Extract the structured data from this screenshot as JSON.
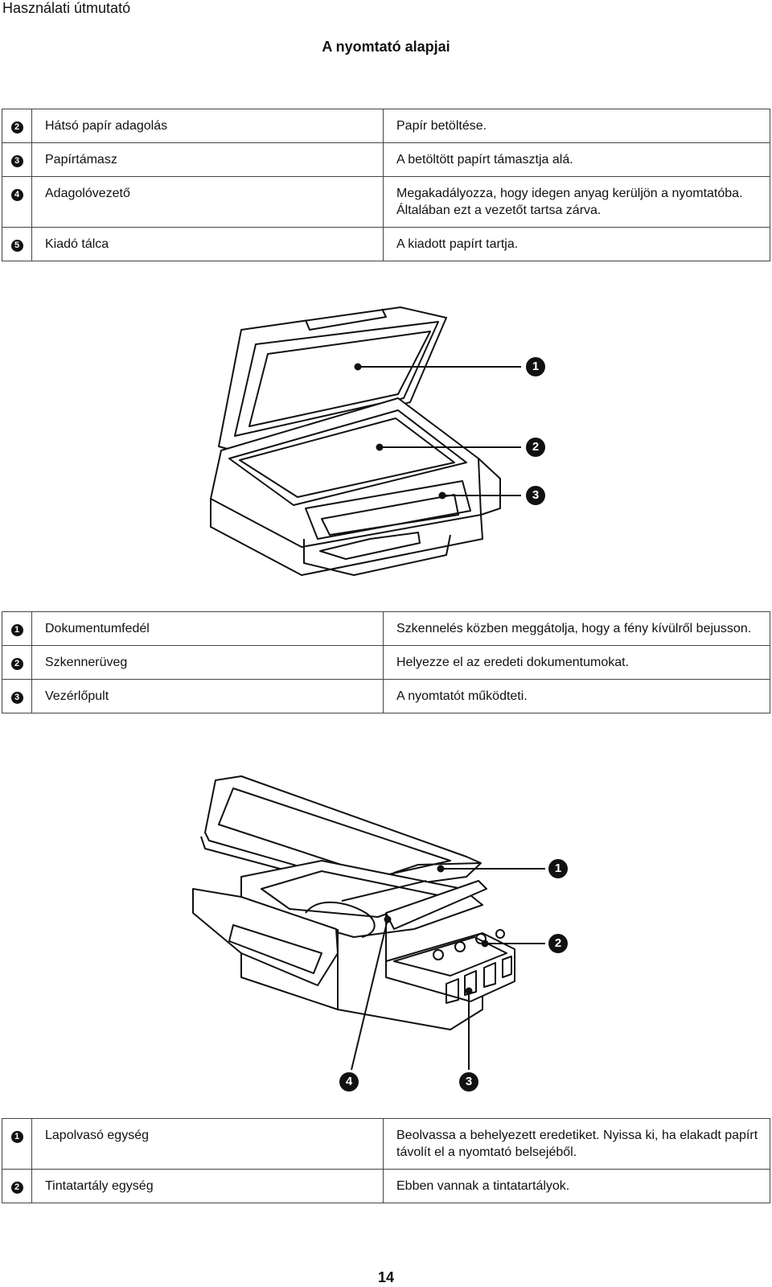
{
  "header": {
    "title": "Használati útmutató"
  },
  "section_title": "A nyomtató alapjai",
  "table1": [
    {
      "num": "2",
      "name": "Hátsó papír adagolás",
      "desc": "Papír betöltése."
    },
    {
      "num": "3",
      "name": "Papírtámasz",
      "desc": "A betöltött papírt támasztja alá."
    },
    {
      "num": "4",
      "name": "Adagolóvezető",
      "desc": "Megakadályozza, hogy idegen anyag kerüljön a nyomtatóba. Általában ezt a vezetőt tartsa zárva."
    },
    {
      "num": "5",
      "name": "Kiadó tálca",
      "desc": "A kiadott papírt tartja."
    }
  ],
  "figure1": {
    "callouts": [
      "1",
      "2",
      "3"
    ]
  },
  "table2": [
    {
      "num": "1",
      "name": "Dokumentumfedél",
      "desc": "Szkennelés közben meggátolja, hogy a fény kívülről bejusson."
    },
    {
      "num": "2",
      "name": "Szkennerüveg",
      "desc": "Helyezze el az eredeti dokumentumokat."
    },
    {
      "num": "3",
      "name": "Vezérlőpult",
      "desc": "A nyomtatót működteti."
    }
  ],
  "figure2": {
    "callouts": [
      "1",
      "2",
      "3",
      "4"
    ]
  },
  "table3": [
    {
      "num": "1",
      "name": "Lapolvasó egység",
      "desc": "Beolvassa a behelyezett eredetiket. Nyissa ki, ha elakadt papírt távolít el a nyomtató belsejéből."
    },
    {
      "num": "2",
      "name": "Tintatartály egység",
      "desc": "Ebben vannak a tintatartályok."
    }
  ],
  "page_number": "14"
}
